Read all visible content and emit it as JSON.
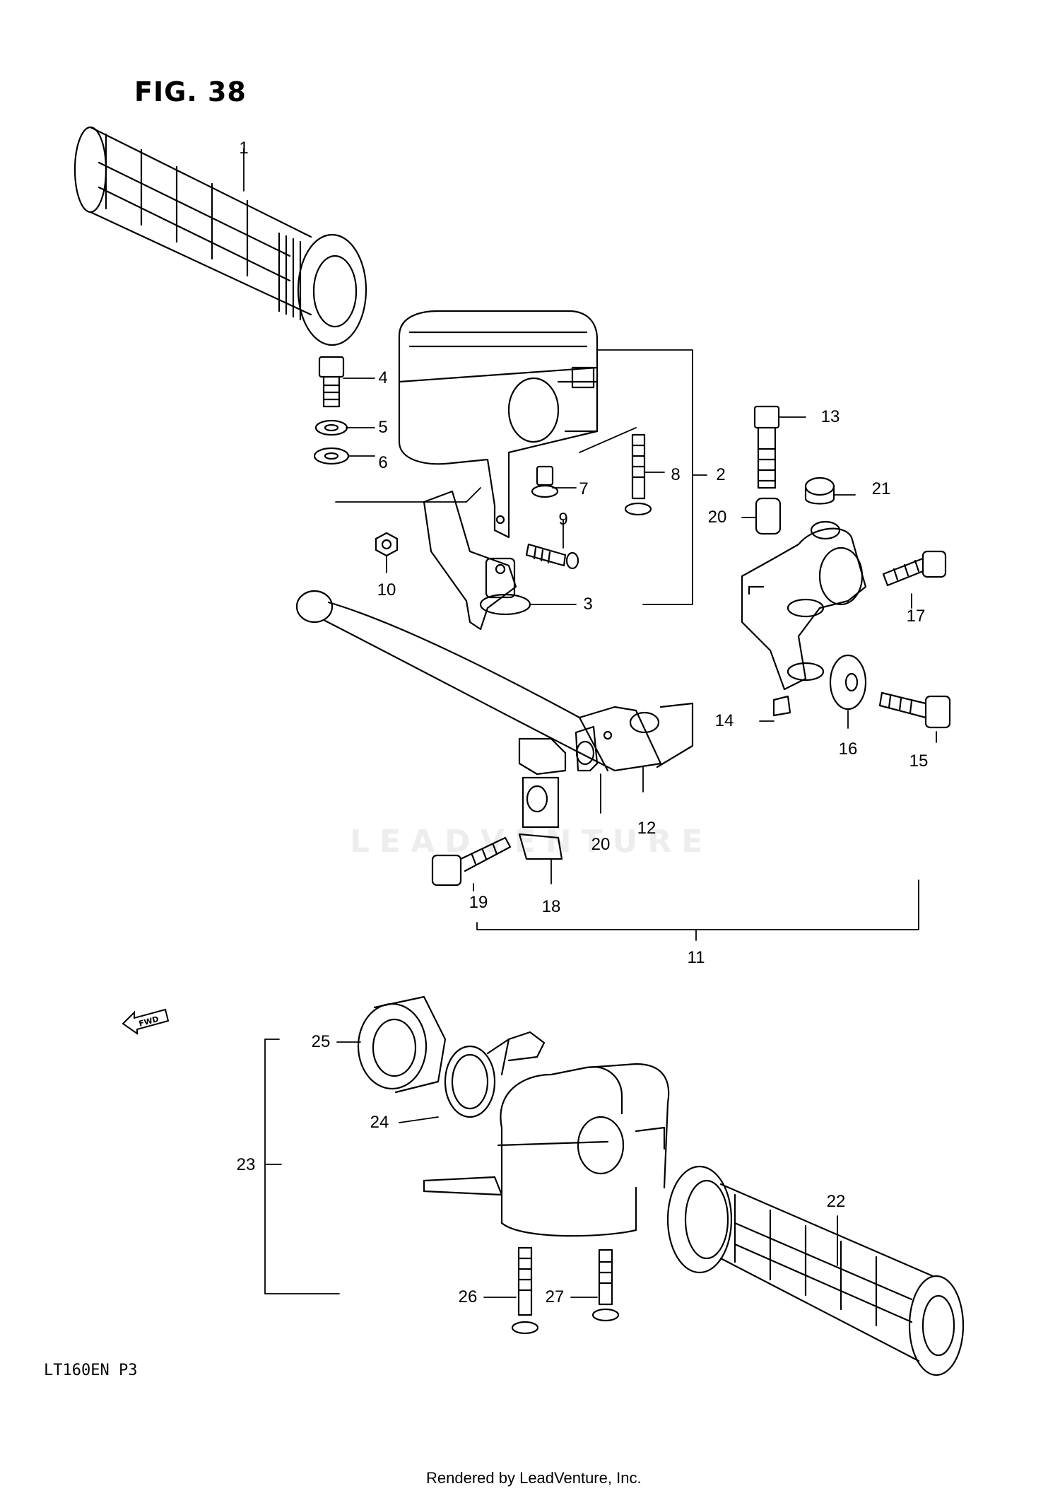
{
  "figure": {
    "title": "FIG. 38",
    "model_code": "LT160EN  P3",
    "footer": "Rendered by LeadVenture, Inc.",
    "watermark": "LEADVENTURE",
    "fwd_label": "FWD"
  },
  "callouts": {
    "n1": "1",
    "n2": "2",
    "n3": "3",
    "n4": "4",
    "n5": "5",
    "n6": "6",
    "n7": "7",
    "n8": "8",
    "n9": "9",
    "n10": "10",
    "n11": "11",
    "n12": "12",
    "n13": "13",
    "n14": "14",
    "n15": "15",
    "n16": "16",
    "n17": "17",
    "n18": "18",
    "n19": "19",
    "n20a": "20",
    "n20b": "20",
    "n21": "21",
    "n22": "22",
    "n23": "23",
    "n24": "24",
    "n25": "25",
    "n26": "26",
    "n27": "27"
  },
  "colors": {
    "ink": "#000000",
    "paper": "#ffffff",
    "watermark": "#ededed"
  }
}
